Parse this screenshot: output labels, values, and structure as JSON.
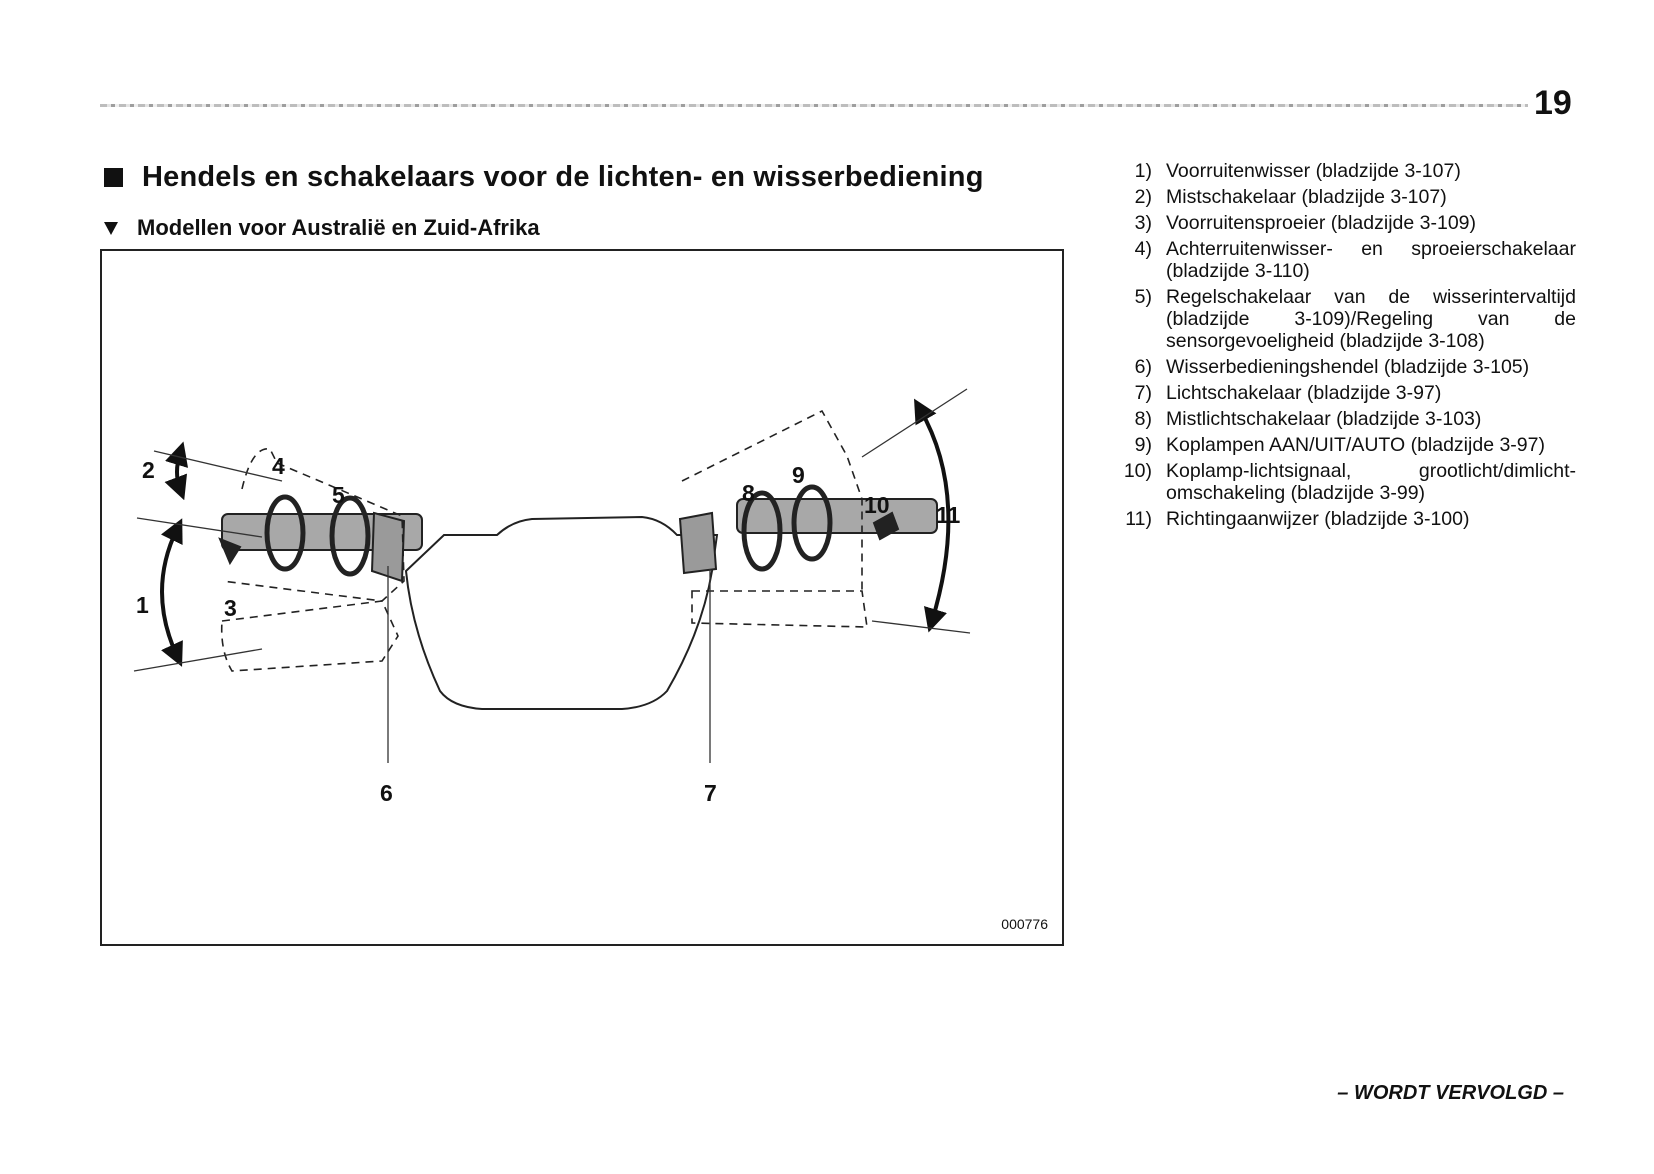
{
  "page": {
    "number": "19",
    "section_title": "Hendels en schakelaars voor de lichten- en wisserbediening",
    "sub_title": "Modellen voor Australië en Zuid-Afrika",
    "continued": "– WORDT VERVOLGD –"
  },
  "figure": {
    "code": "000776",
    "labels": {
      "l1": "1",
      "l2": "2",
      "l3": "3",
      "l4": "4",
      "l5": "5",
      "l6": "6",
      "l7": "7",
      "l8": "8",
      "l9": "9",
      "l10": "10",
      "l11": "11"
    }
  },
  "legend": [
    {
      "num": "1)",
      "text": "Voorruitenwisser (bladzijde 3-107)"
    },
    {
      "num": "2)",
      "text": "Mistschakelaar (bladzijde 3-107)"
    },
    {
      "num": "3)",
      "text": "Voorruitensproeier (bladzijde 3-109)"
    },
    {
      "num": "4)",
      "text": "Achterruitenwisser- en sproeierschakelaar (bladzijde 3-110)"
    },
    {
      "num": "5)",
      "text": "Regelschakelaar van de wisserintervaltijd (bladzijde 3-109)/Regeling van de sensorgevoeligheid (bladzijde 3-108)"
    },
    {
      "num": "6)",
      "text": "Wisserbedieningshendel (bladzijde 3-105)"
    },
    {
      "num": "7)",
      "text": "Lichtschakelaar (bladzijde 3-97)"
    },
    {
      "num": "8)",
      "text": "Mistlichtschakelaar (bladzijde 3-103)"
    },
    {
      "num": "9)",
      "text": "Koplampen AAN/UIT/AUTO (bladzijde 3-97)"
    },
    {
      "num": "10)",
      "text": "Koplamp-lichtsignaal, grootlicht/dimlicht-omschakeling (bladzijde 3-99)"
    },
    {
      "num": "11)",
      "text": "Richtingaanwijzer (bladzijde 3-100)"
    }
  ]
}
